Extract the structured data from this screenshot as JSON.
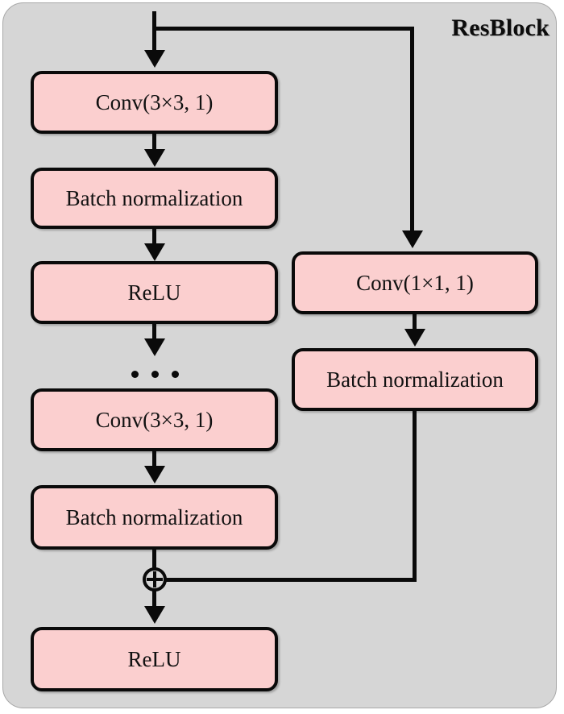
{
  "diagram": {
    "title": "ResBlock",
    "type": "residual-block-flowchart",
    "colors": {
      "panel_background": "#d6d6d6",
      "node_fill": "#fbcfcf",
      "node_border": "#0a0a0a",
      "edge": "#0a0a0a",
      "text": "#111111"
    },
    "main_branch": [
      {
        "id": "conv1",
        "label": "Conv(3×3, 1)"
      },
      {
        "id": "bn1",
        "label": "Batch normalization"
      },
      {
        "id": "relu1",
        "label": "ReLU"
      },
      {
        "id": "ellipsis",
        "label": "…"
      },
      {
        "id": "conv2",
        "label": "Conv(3×3, 1)"
      },
      {
        "id": "bn2",
        "label": "Batch normalization"
      },
      {
        "id": "relu2",
        "label": "ReLU"
      }
    ],
    "shortcut_branch": [
      {
        "id": "conv_shortcut",
        "label": "Conv(1×1, 1)"
      },
      {
        "id": "bn_shortcut",
        "label": "Batch normalization"
      }
    ],
    "operators": [
      {
        "id": "sum",
        "label": "⊕",
        "name": "element-wise-addition"
      }
    ],
    "edges": [
      {
        "from": "input",
        "to": "conv1"
      },
      {
        "from": "input",
        "to": "conv_shortcut"
      },
      {
        "from": "conv1",
        "to": "bn1"
      },
      {
        "from": "bn1",
        "to": "relu1"
      },
      {
        "from": "relu1",
        "to": "ellipsis"
      },
      {
        "from": "ellipsis",
        "to": "conv2"
      },
      {
        "from": "conv2",
        "to": "bn2"
      },
      {
        "from": "bn2",
        "to": "sum"
      },
      {
        "from": "conv_shortcut",
        "to": "bn_shortcut"
      },
      {
        "from": "bn_shortcut",
        "to": "sum"
      },
      {
        "from": "sum",
        "to": "relu2"
      }
    ]
  }
}
